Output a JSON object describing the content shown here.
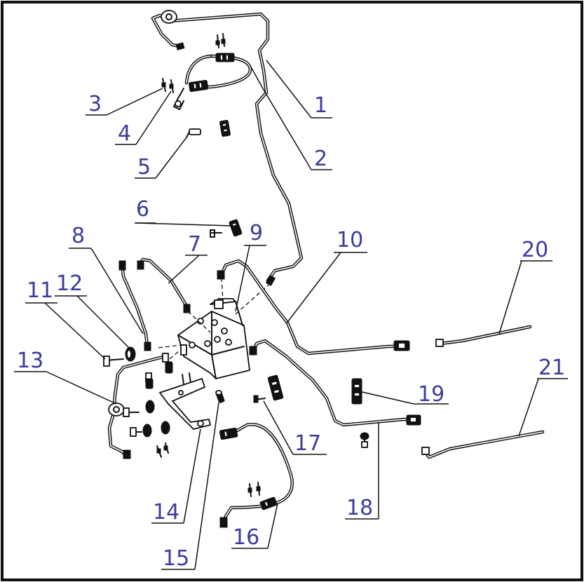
{
  "diagram": {
    "callouts": [
      {
        "id": "1",
        "label": "1"
      },
      {
        "id": "2",
        "label": "2"
      },
      {
        "id": "3",
        "label": "3"
      },
      {
        "id": "4",
        "label": "4"
      },
      {
        "id": "5",
        "label": "5"
      },
      {
        "id": "6",
        "label": "6"
      },
      {
        "id": "7",
        "label": "7"
      },
      {
        "id": "8",
        "label": "8"
      },
      {
        "id": "9",
        "label": "9"
      },
      {
        "id": "10",
        "label": "10"
      },
      {
        "id": "11",
        "label": "11"
      },
      {
        "id": "12",
        "label": "12"
      },
      {
        "id": "13",
        "label": "13"
      },
      {
        "id": "14",
        "label": "14"
      },
      {
        "id": "15",
        "label": "15"
      },
      {
        "id": "16",
        "label": "16"
      },
      {
        "id": "17",
        "label": "17"
      },
      {
        "id": "18",
        "label": "18"
      },
      {
        "id": "19",
        "label": "19"
      },
      {
        "id": "20",
        "label": "20"
      },
      {
        "id": "21",
        "label": "21"
      }
    ],
    "colors": {
      "label": "#3b3b9e",
      "line": "#111111",
      "frame": "#111111",
      "background": "#ffffff"
    }
  }
}
